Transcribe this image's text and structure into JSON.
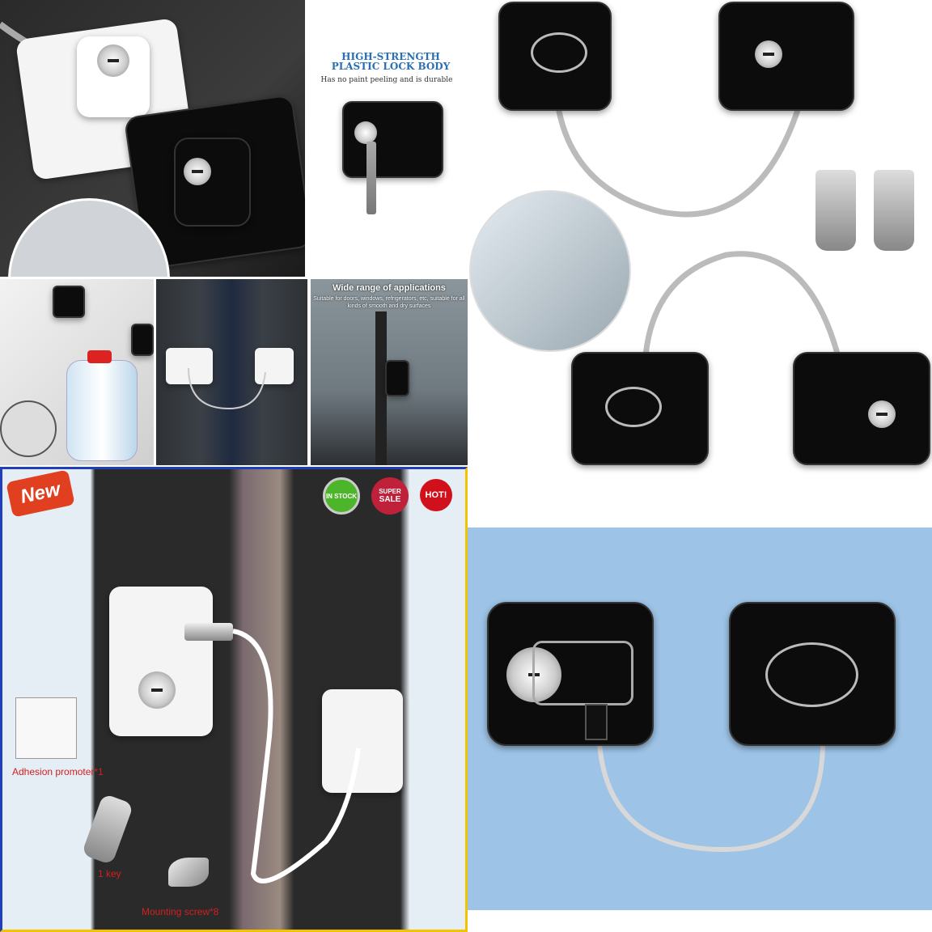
{
  "panel_plastic": {
    "title": "HIGH-STRENGTH PLASTIC LOCK BODY",
    "subtitle": "Has no paint peeling and is durable"
  },
  "panel_applications": {
    "title": "Wide range of applications",
    "subtitle": "Suitable for doors, windows, refrigerators, etc, suitable for all kinds of smooth and dry surfaces"
  },
  "panel_package": {
    "badges": {
      "new": "New",
      "in_stock": "IN STOCK",
      "sale_top": "SUPER",
      "sale": "SALE",
      "hot": "HOT!"
    },
    "items": [
      "Adhesion promoter*1",
      "1 key",
      "Mounting screw*8"
    ]
  },
  "colors": {
    "panel_blue": "#9dc3e6",
    "border_blue": "#1f3fbf",
    "frame_yellow": "#f2c400"
  }
}
